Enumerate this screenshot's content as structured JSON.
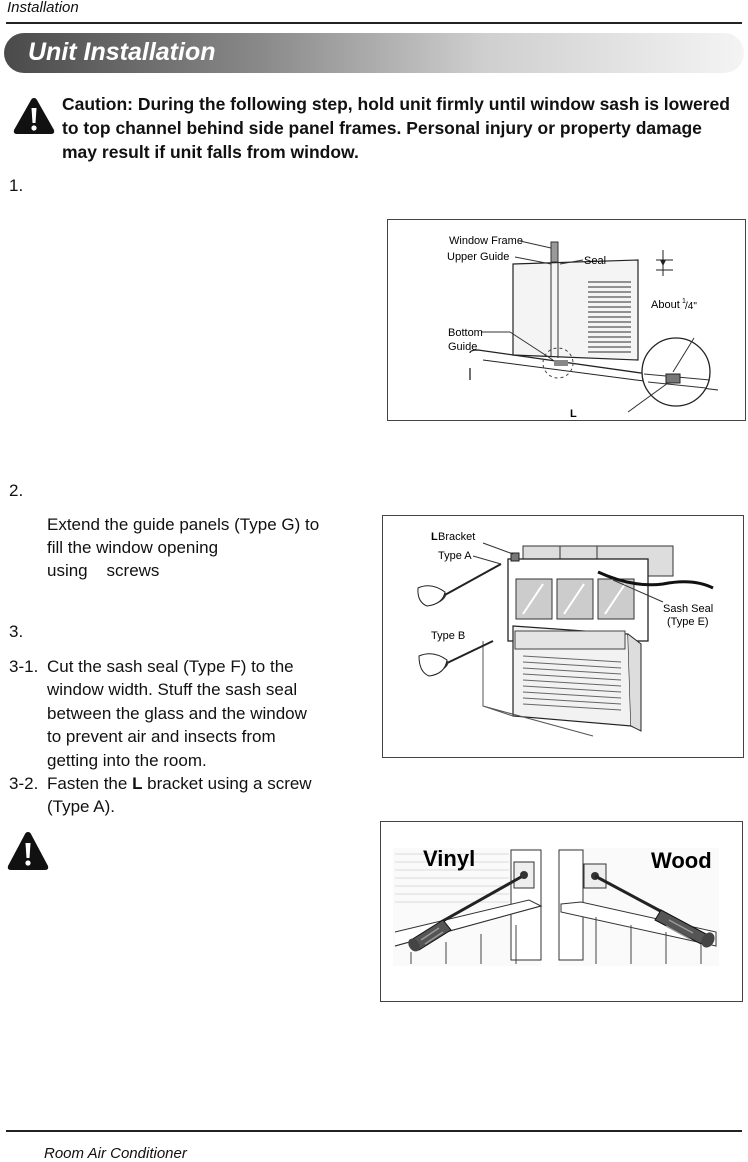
{
  "header": {
    "section": "Installation"
  },
  "banner": {
    "title": "Unit Installation"
  },
  "caution": {
    "text": "Caution: During the following step, hold unit firmly until window sash is lowered to top channel behind side panel frames. Personal injury or property damage may result if unit falls from window."
  },
  "steps": {
    "s1": {
      "number": "1."
    },
    "s2": {
      "number": "2.",
      "line1": "Extend the guide panels (Type G) to",
      "line2": "fill the window opening",
      "line3": "using    screws"
    },
    "s3": {
      "number": "3.",
      "sub1_number": "3-1.",
      "sub1_lines": [
        "Cut the sash seal (Type F) to the",
        "window width. Stuff the sash seal",
        "between the glass and the window",
        "to prevent air and insects from",
        "getting into the room."
      ],
      "sub2_number": "3-2.",
      "sub2_pre": "Fasten the ",
      "sub2_bold": "L",
      "sub2_post": " bracket using a screw",
      "sub2_line2": "(Type A)."
    }
  },
  "figure1": {
    "labels": {
      "window_frame": "Window Frame",
      "upper_guide": "Upper Guide",
      "seal": "Seal",
      "about": "About",
      "fraction_num": "1",
      "fraction_den": "/4\"",
      "bottom": "Bottom",
      "guide": "Guide",
      "l": "L"
    }
  },
  "figure2": {
    "labels": {
      "l_bold": "L",
      "bracket": " Bracket",
      "type_a": "Type A",
      "type_b": "Type B",
      "sash_seal": "Sash Seal",
      "type_e": "(Type E)"
    }
  },
  "figure3": {
    "labels": {
      "vinyl": "Vinyl",
      "wood": "Wood"
    }
  },
  "footer": {
    "title": "Room Air Conditioner"
  }
}
